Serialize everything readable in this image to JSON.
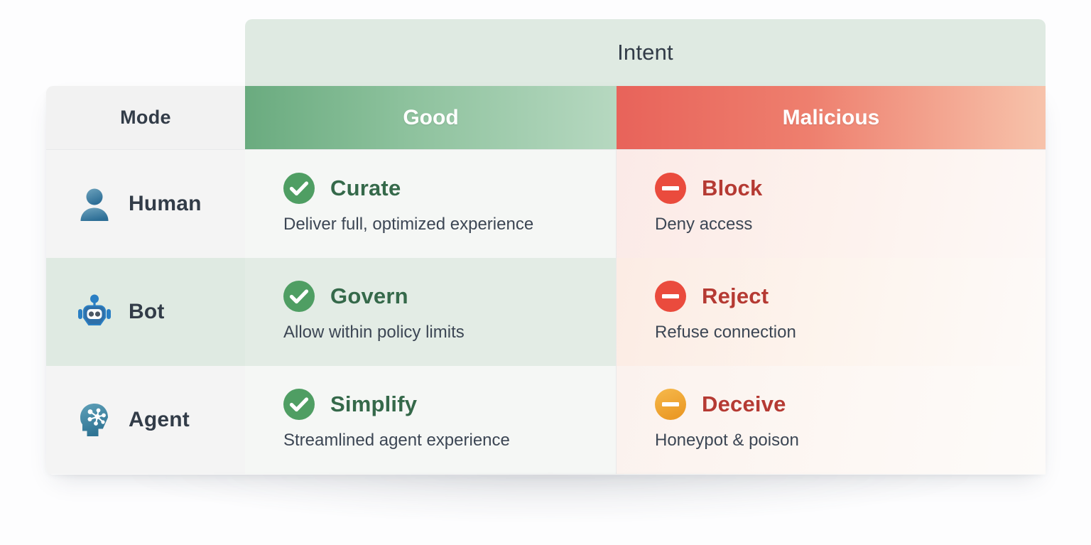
{
  "header": {
    "intent_label": "Intent",
    "mode_label": "Mode",
    "columns": [
      {
        "label": "Good",
        "color": "#6aab7f"
      },
      {
        "label": "Malicious",
        "color": "#e8635a"
      }
    ]
  },
  "colors": {
    "intent_band": "#dfeae2",
    "good_header_start": "#6aab7f",
    "good_header_end": "#b6d8c0",
    "bad_header_start": "#e8635a",
    "bad_header_end": "#f7c3ab",
    "good_title": "#35694a",
    "bad_title": "#b53a33",
    "check_green": "#4f9e63",
    "deny_red": "#ea4b3d",
    "warn_orange": "#f2a93b",
    "mode_icon_blue": "#3f7fa8",
    "text_dark": "#323c48",
    "desc_gray": "#3c4654"
  },
  "rows": [
    {
      "mode": {
        "label": "Human",
        "icon": "person-icon"
      },
      "good": {
        "icon": "check-circle-icon",
        "title": "Curate",
        "desc": "Deliver full, optimized experience"
      },
      "malicious": {
        "icon": "deny-circle-icon",
        "title": "Block",
        "desc": "Deny access"
      }
    },
    {
      "mode": {
        "label": "Bot",
        "icon": "robot-icon"
      },
      "good": {
        "icon": "check-circle-icon",
        "title": "Govern",
        "desc": "Allow within policy limits"
      },
      "malicious": {
        "icon": "deny-circle-icon",
        "title": "Reject",
        "desc": "Refuse connection"
      }
    },
    {
      "mode": {
        "label": "Agent",
        "icon": "brain-head-icon"
      },
      "good": {
        "icon": "check-circle-icon",
        "title": "Simplify",
        "desc": "Streamlined agent experience"
      },
      "malicious": {
        "icon": "warn-circle-icon",
        "title": "Deceive",
        "desc": "Honeypot & poison"
      }
    }
  ]
}
